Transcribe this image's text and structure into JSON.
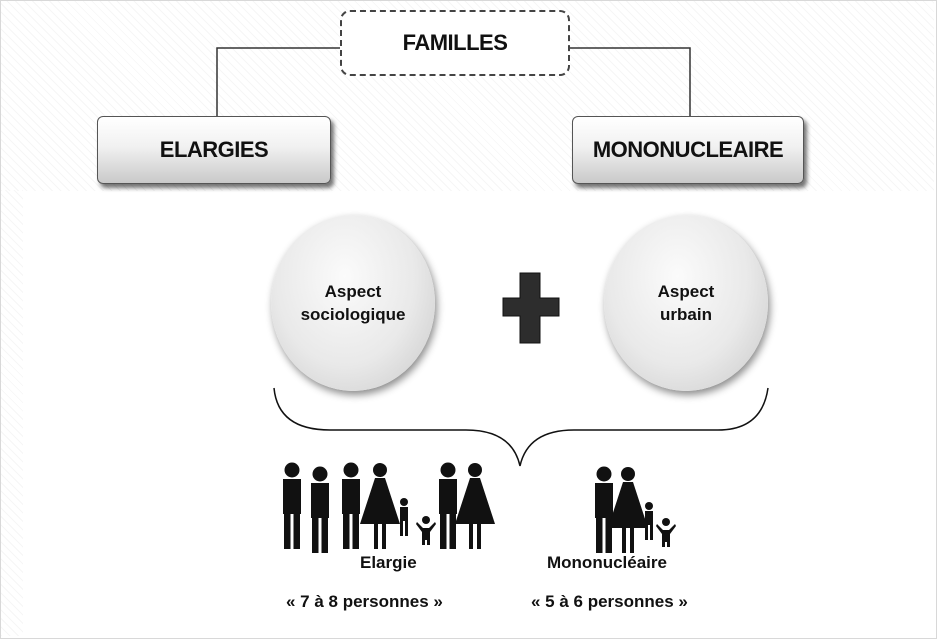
{
  "diagram": {
    "root": {
      "label": "FAMILLES"
    },
    "types": [
      {
        "label": "ELARGIES"
      },
      {
        "label": "MONONUCLEAIRE"
      }
    ],
    "aspects": [
      {
        "line1": "Aspect",
        "line2": "sociologique"
      },
      {
        "line1": "Aspect",
        "line2": "urbain"
      }
    ],
    "examples": [
      {
        "name": "Elargie",
        "size": "« 7 à 8 personnes »"
      },
      {
        "name": "Mononucléaire",
        "size": "«  5 à 6 personnes »"
      }
    ]
  }
}
